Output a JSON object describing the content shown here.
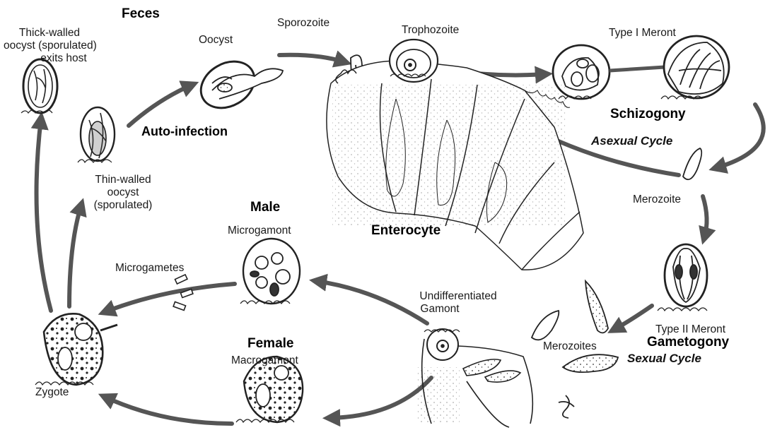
{
  "labels": {
    "feces": "Feces",
    "thick_walled": [
      "Thick-walled",
      "oocyst (sporulated)",
      "exits host"
    ],
    "oocyst": "Oocyst",
    "sporozoite": "Sporozoite",
    "trophozoite": "Trophozoite",
    "type1_meront": "Type I Meront",
    "schizogony": "Schizogony",
    "asexual_cycle": "Asexual Cycle",
    "merozoite": "Merozoite",
    "auto_infection": "Auto-infection",
    "thin_walled": [
      "Thin-walled",
      "oocyst",
      "(sporulated)"
    ],
    "male": "Male",
    "microgamont": "Microgamont",
    "microgametes": "Microgametes",
    "enterocyte": "Enterocyte",
    "undifferentiated_gamont": [
      "Undifferentiated",
      "Gamont"
    ],
    "type2_meront": "Type II Meront",
    "gametogony": "Gametogony",
    "sexual_cycle": "Sexual Cycle",
    "merozoites": "Merozoites",
    "female": "Female",
    "macrogamont": "Macrogamont",
    "zygote": "Zygote"
  },
  "colors": {
    "arrow": "#555555",
    "line": "#222222",
    "text": "#1a1a1a"
  }
}
